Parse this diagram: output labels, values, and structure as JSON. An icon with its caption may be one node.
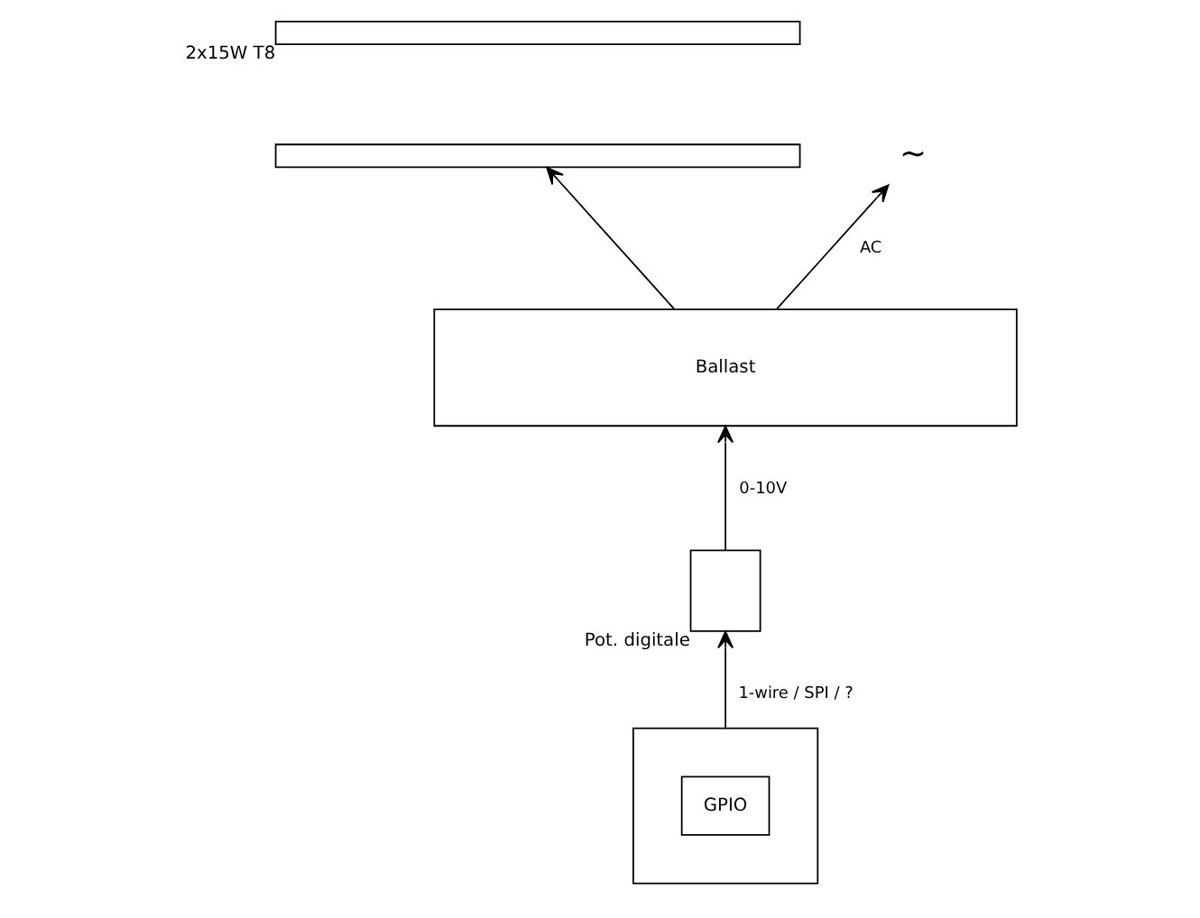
{
  "diagram": {
    "nodes": [
      {
        "text": [],
        "shape": "bar",
        "beside": [
          "2x15W T8"
        ]
      },
      {
        "text": [],
        "shape": "bar"
      },
      {
        "text": [
          "~"
        ]
      },
      {
        "text": [
          "Ballast"
        ]
      },
      {
        "text": [
          "Pot. digitale"
        ]
      },
      {
        "text": [],
        "shape": "box"
      },
      {
        "text": [
          "GPIO"
        ],
        "in": 5
      }
    ],
    "edges": [
      {
        "from": 3,
        "to": 2,
        "arrow": "to",
        "label": "AC"
      },
      {
        "from": 4,
        "to": 3,
        "arrow": "to",
        "label": "0-10V"
      },
      {
        "from": 5,
        "to": 4,
        "arrow": "to",
        "label": "1-wire / SPI / ?"
      },
      {
        "from": 3,
        "to": 1,
        "arrow": "to"
      }
    ]
  }
}
